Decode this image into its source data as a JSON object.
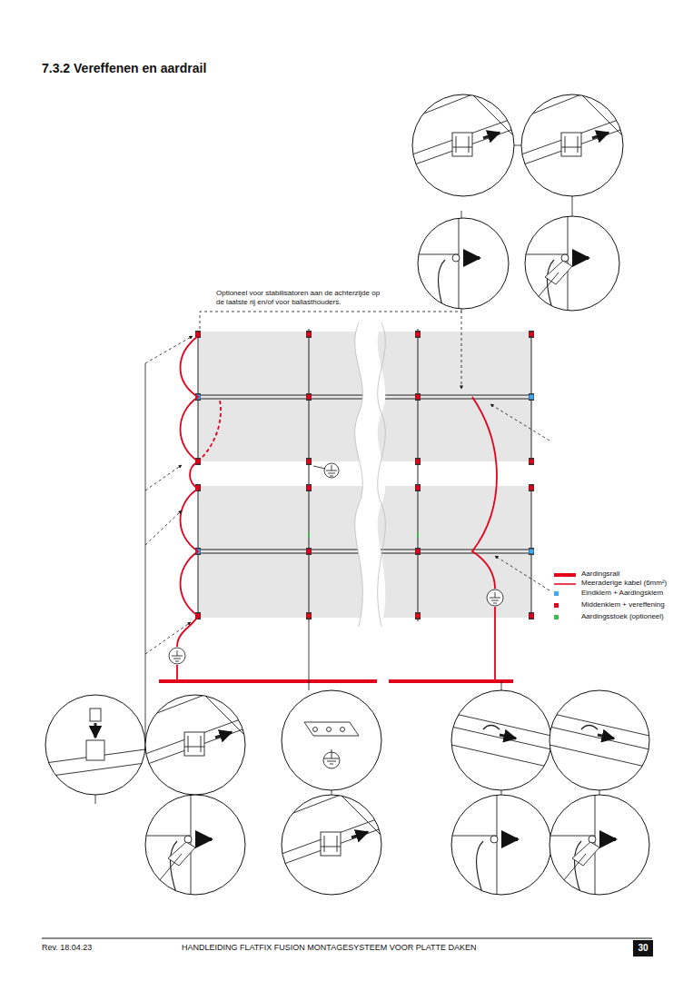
{
  "diagram": {
    "title": "7.3.2 Vereffenen en aardrail",
    "nodes": [
      {
        "text": [
          "30"
        ]
      }
    ],
    "labels": [
      "Optioneel voor stabilisatoren aan de achterzijde op de laatste rij en/of voor ballasthouders.",
      "Rev. 18.04.23",
      "HANDLEIDING FLATFIX FUSION MONTAGESYSTEEM VOOR PLATTE DAKEN"
    ],
    "legend": [
      {
        "text": "Aardingsrail"
      },
      {
        "text": "Meeraderige kabel (6mm²)"
      },
      {
        "text": "Eindklem + Aardingsklem",
        "color": "#3fa9f5"
      },
      {
        "text": "Middenklem + vereffening",
        "color": "#e2001a"
      },
      {
        "text": "Aardingsstoek (optioneel)",
        "color": "#3dbb4a"
      }
    ]
  }
}
